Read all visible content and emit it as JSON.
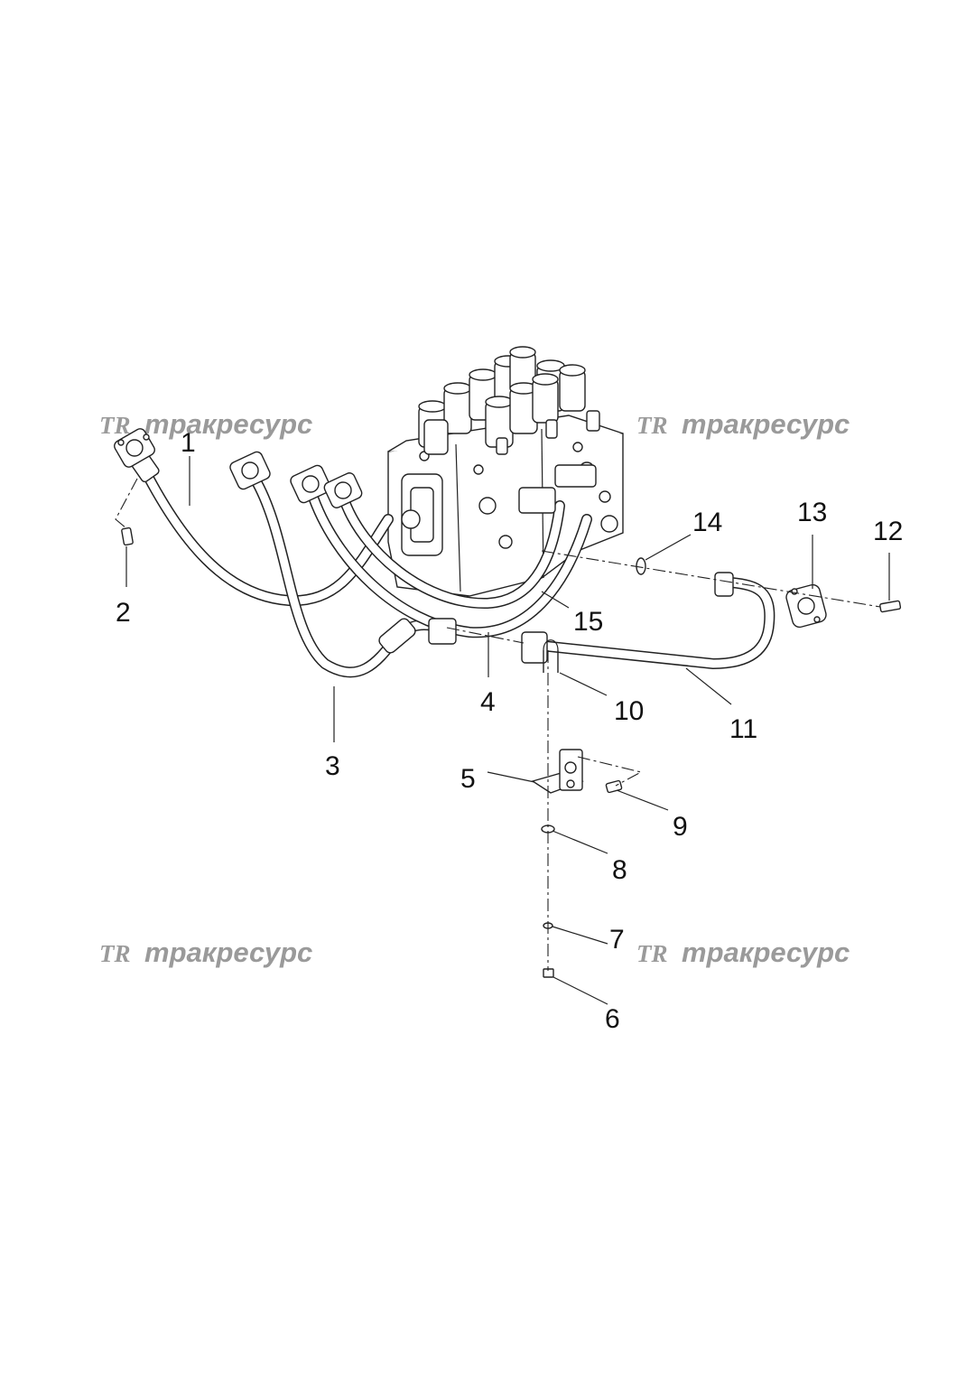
{
  "watermark": {
    "logo": "TR",
    "text": "тракресурс"
  },
  "callouts": [
    {
      "id": "1",
      "label": "1"
    },
    {
      "id": "2",
      "label": "2"
    },
    {
      "id": "3",
      "label": "3"
    },
    {
      "id": "4",
      "label": "4"
    },
    {
      "id": "5",
      "label": "5"
    },
    {
      "id": "6",
      "label": "6"
    },
    {
      "id": "7",
      "label": "7"
    },
    {
      "id": "8",
      "label": "8"
    },
    {
      "id": "9",
      "label": "9"
    },
    {
      "id": "10",
      "label": "10"
    },
    {
      "id": "11",
      "label": "11"
    },
    {
      "id": "12",
      "label": "12"
    },
    {
      "id": "13",
      "label": "13"
    },
    {
      "id": "14",
      "label": "14"
    },
    {
      "id": "15",
      "label": "15"
    }
  ]
}
